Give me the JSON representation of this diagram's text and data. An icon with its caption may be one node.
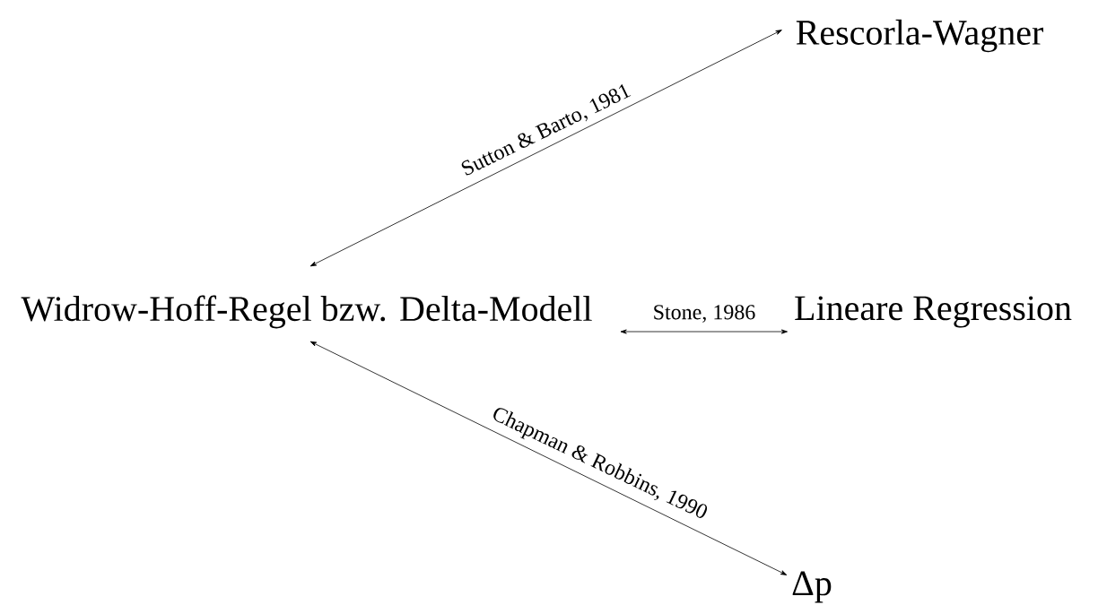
{
  "diagram": {
    "nodes": [
      {
        "text": [
          "Widrow-Hoff-Regel bzw. Delta-Modell"
        ]
      },
      {
        "text": [
          "Rescorla-Wagner"
        ]
      },
      {
        "text": [
          "Lineare Regression"
        ]
      },
      {
        "text": [
          "Δp"
        ]
      }
    ],
    "edges": [
      {
        "from": 0,
        "to": 1,
        "arrow": "both",
        "label": "Sutton & Barto, 1981"
      },
      {
        "from": 0,
        "to": 2,
        "arrow": "both",
        "label": "Stone, 1986"
      },
      {
        "from": 0,
        "to": 3,
        "arrow": "both",
        "label": "Chapman & Robbins, 1990"
      }
    ]
  }
}
